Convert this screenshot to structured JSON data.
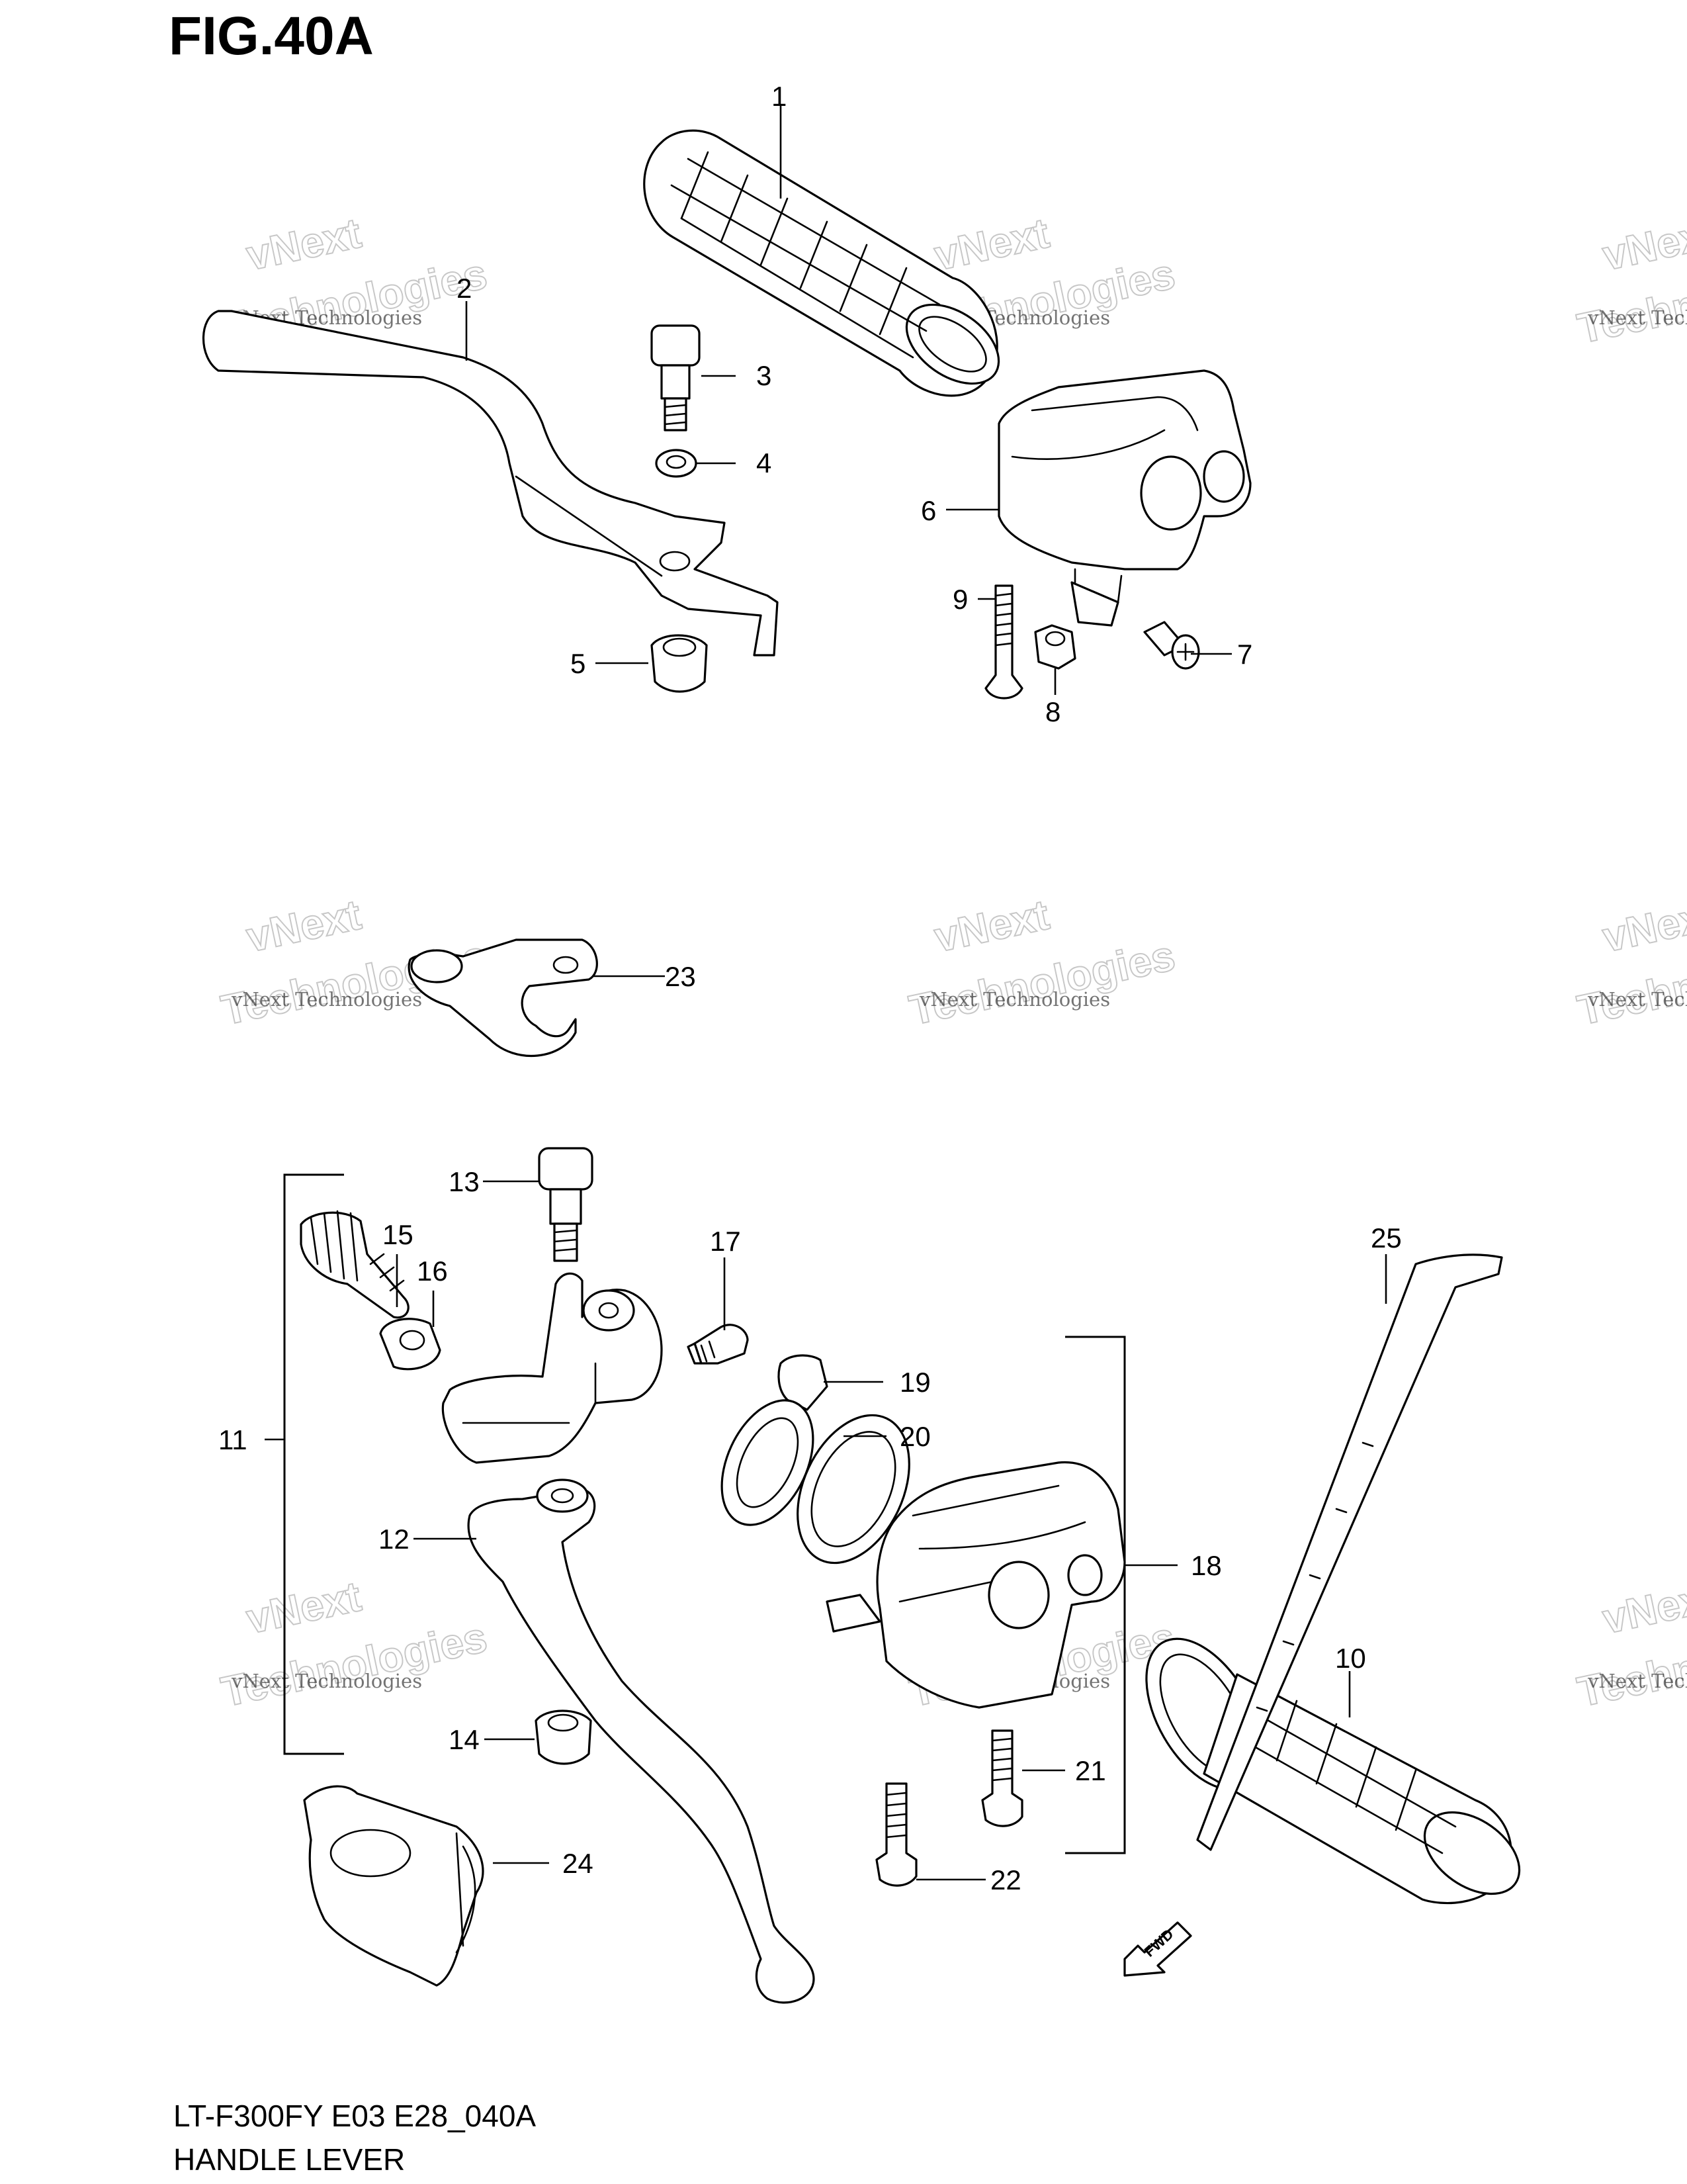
{
  "figure": {
    "title": "FIG.40A",
    "footer_code": "LT-F300FY E03 E28_040A",
    "footer_name": "HANDLE LEVER"
  },
  "callouts": [
    "1",
    "2",
    "3",
    "4",
    "5",
    "6",
    "7",
    "8",
    "9",
    "10",
    "11",
    "12",
    "13",
    "14",
    "15",
    "16",
    "17",
    "18",
    "19",
    "20",
    "21",
    "22",
    "23",
    "24",
    "25"
  ],
  "fwd_label": "FWD",
  "watermark": {
    "small": "vNext Technologies",
    "big_line1": "vNext",
    "big_line2": "Technologies"
  }
}
